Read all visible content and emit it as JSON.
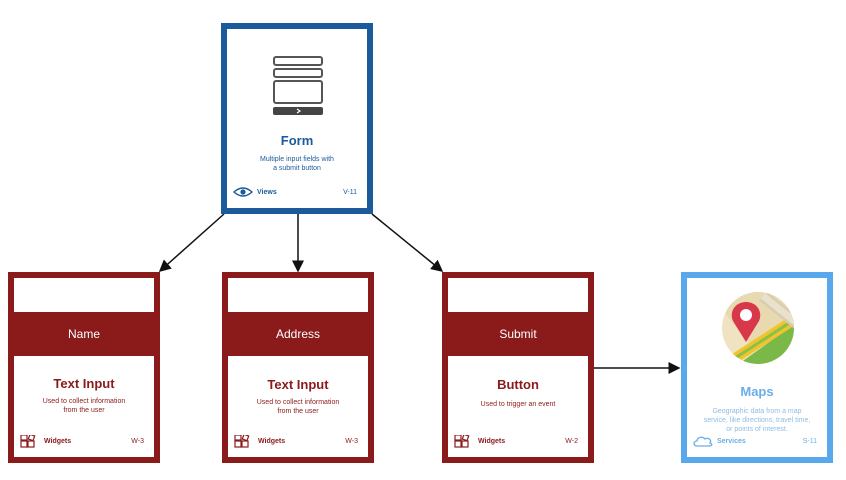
{
  "form": {
    "title": "Form",
    "desc_line1": "Multiple input fields with",
    "desc_line2": "a submit button",
    "category": "Views",
    "code": "V-11",
    "icon": "form-icon",
    "category_icon": "eye-icon"
  },
  "name_card": {
    "band_label": "Name",
    "title": "Text Input",
    "desc_line1": "Used to collect information",
    "desc_line2": "from the user",
    "category": "Widgets",
    "code": "W-3",
    "category_icon": "widgets-icon"
  },
  "address_card": {
    "band_label": "Address",
    "title": "Text Input",
    "desc_line1": "Used to collect information",
    "desc_line2": "from the user",
    "category": "Widgets",
    "code": "W-3",
    "category_icon": "widgets-icon"
  },
  "submit_card": {
    "band_label": "Submit",
    "title": "Button",
    "desc_line1": "Used to trigger an event",
    "category": "Widgets",
    "code": "W-2",
    "category_icon": "widgets-icon"
  },
  "maps_card": {
    "title": "Maps",
    "desc_line1": "Geographic data from a map",
    "desc_line2": "service, like directions, travel time,",
    "desc_line3": "or points of interest.",
    "category": "Services",
    "code": "S-11",
    "icon": "map-pin-icon",
    "category_icon": "cloud-icon"
  },
  "colors": {
    "form_border": "#1b5a9b",
    "widget_border": "#8b1a1a",
    "maps_border": "#5aa8ec"
  }
}
